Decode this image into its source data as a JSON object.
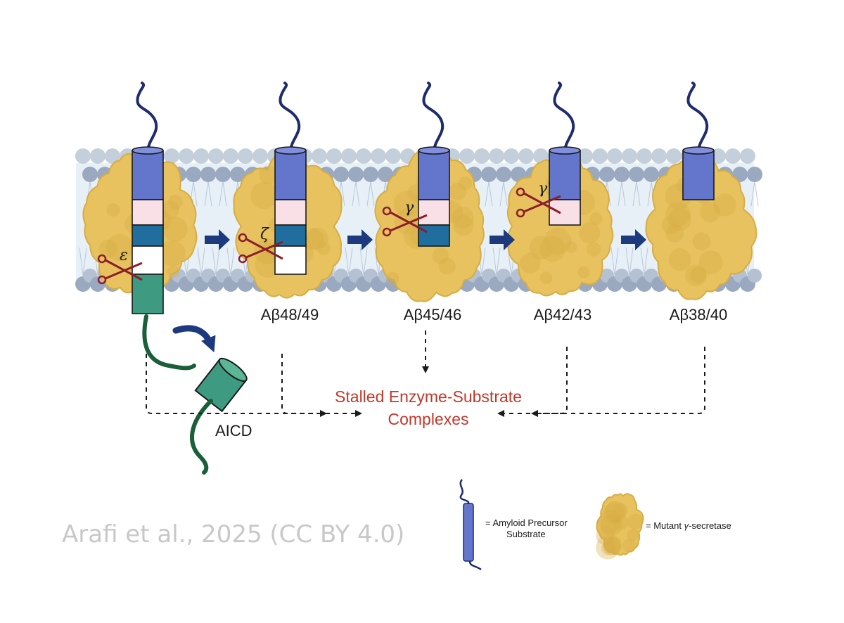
{
  "stages": [
    {
      "cleavage_site": "ε",
      "product_label": ""
    },
    {
      "cleavage_site": "ζ",
      "product_label": "Aβ48/49"
    },
    {
      "cleavage_site": "γ",
      "product_label": "Aβ45/46"
    },
    {
      "cleavage_site": "γ'",
      "product_label": "Aβ42/43"
    },
    {
      "cleavage_site": "",
      "product_label": "Aβ38/40"
    }
  ],
  "aicd_label": "AICD",
  "outcome": {
    "line1": "Stalled Enzyme-Substrate",
    "line2": "Complexes"
  },
  "legend": {
    "substrate_line1": "= Amyloid Precursor",
    "substrate_line2": "Substrate",
    "enzyme_prefix": "= Mutant ",
    "enzyme_symbol": "γ",
    "enzyme_suffix": "-secretase"
  },
  "credit": "Arafi et al., 2025 (CC BY 4.0)",
  "colors": {
    "enzyme": "#e7c25f",
    "enzyme_dark": "#d6ad45",
    "substrate_blue": "#6476cc",
    "substrate_pink": "#f8e0e6",
    "substrate_teal": "#1f6e9e",
    "aicd_green": "#3e9a80",
    "tail_navy": "#1e2b6e",
    "membrane_head": "#9aa9c0",
    "arrow_navy": "#1c3a7d",
    "scissors": "#8b1e2a",
    "outcome_red": "#c0392b"
  }
}
